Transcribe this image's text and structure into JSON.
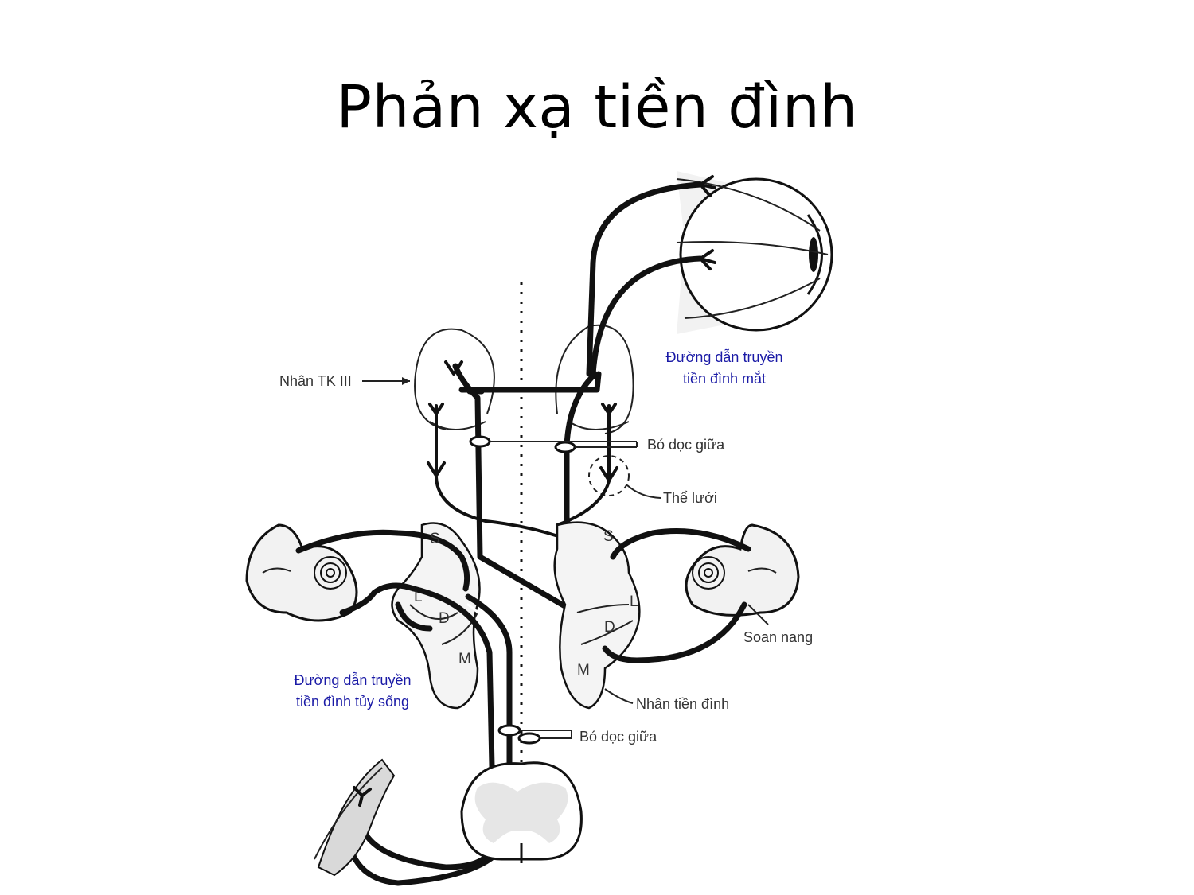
{
  "title": "Phản xạ tiền đình",
  "labels": {
    "oculomotor_nucleus": "Nhân TK III",
    "vestibulo_ocular_pathway_line1": "Đường dẫn truyền",
    "vestibulo_ocular_pathway_line2": "tiền đình mắt",
    "mlf_upper": "Bó dọc giữa",
    "reticular_formation": "Thể lưới",
    "utricle": "Soan nang",
    "vestibular_nuclei": "Nhân tiền đình",
    "vestibulospinal_pathway_line1": "Đường dẫn truyền",
    "vestibulospinal_pathway_line2": "tiền đình tủy sống",
    "mlf_lower": "Bó dọc giữa"
  },
  "nucleus_letters": {
    "left": {
      "superior": "S",
      "lateral": "L",
      "descending": "D",
      "medial": "M"
    },
    "right": {
      "superior": "S",
      "lateral": "L",
      "descending": "D",
      "medial": "M"
    }
  },
  "colors": {
    "label_gray": "#333333",
    "label_blue": "#1a1aa6",
    "line_black": "#111111"
  }
}
